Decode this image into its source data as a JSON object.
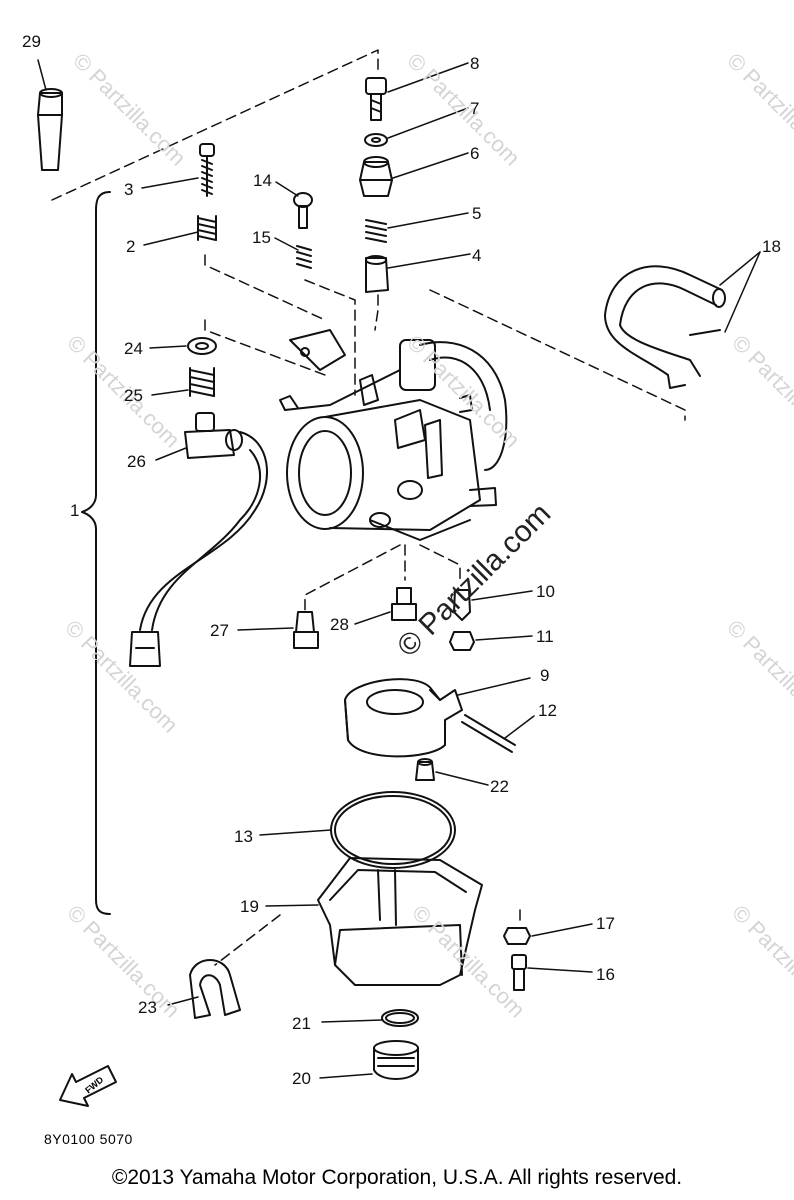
{
  "diagram": {
    "reference_code": "8Y0100 5070",
    "copyright": "©2013 Yamaha Motor Corporation, U.S.A. All rights reserved.",
    "fwd_label": "FWD",
    "assembly_bracket_label": "1",
    "watermark_text": "© Partzilla.com",
    "callouts": [
      {
        "id": "1",
        "label": "1"
      },
      {
        "id": "2",
        "label": "2"
      },
      {
        "id": "3",
        "label": "3"
      },
      {
        "id": "4",
        "label": "4"
      },
      {
        "id": "5",
        "label": "5"
      },
      {
        "id": "6",
        "label": "6"
      },
      {
        "id": "7",
        "label": "7"
      },
      {
        "id": "8",
        "label": "8"
      },
      {
        "id": "9",
        "label": "9"
      },
      {
        "id": "10",
        "label": "10"
      },
      {
        "id": "11",
        "label": "11"
      },
      {
        "id": "12",
        "label": "12"
      },
      {
        "id": "13",
        "label": "13"
      },
      {
        "id": "14",
        "label": "14"
      },
      {
        "id": "15",
        "label": "15"
      },
      {
        "id": "16",
        "label": "16"
      },
      {
        "id": "17",
        "label": "17"
      },
      {
        "id": "18",
        "label": "18"
      },
      {
        "id": "19",
        "label": "19"
      },
      {
        "id": "20",
        "label": "20"
      },
      {
        "id": "21",
        "label": "21"
      },
      {
        "id": "22",
        "label": "22"
      },
      {
        "id": "23",
        "label": "23"
      },
      {
        "id": "24",
        "label": "24"
      },
      {
        "id": "25",
        "label": "25"
      },
      {
        "id": "26",
        "label": "26"
      },
      {
        "id": "27",
        "label": "27"
      },
      {
        "id": "28",
        "label": "28"
      },
      {
        "id": "29",
        "label": "29"
      }
    ]
  }
}
